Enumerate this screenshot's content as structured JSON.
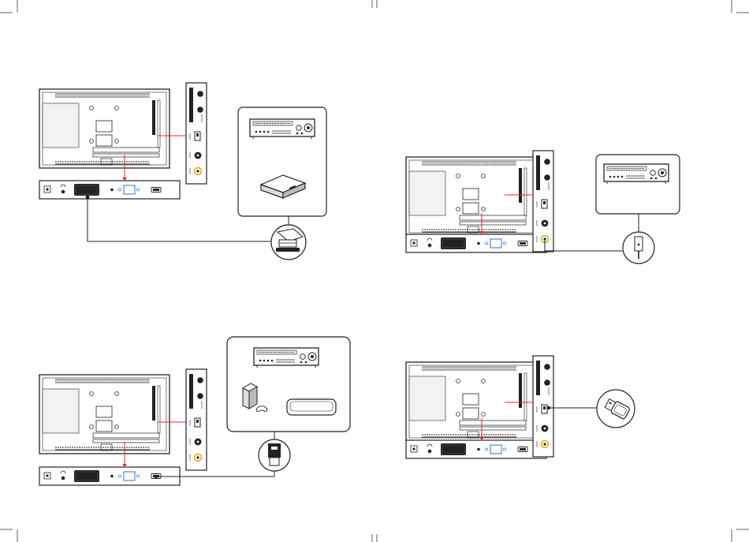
{
  "colors": {
    "line": "#222222",
    "accent": "#e02a2a",
    "vga": "#4a8fd6",
    "coax": "#e0a800",
    "panel": "#f2f2f2"
  },
  "panels": [
    {
      "id": "scart",
      "side_port": "none",
      "devices": [
        "amplifier",
        "set-top-box"
      ],
      "cable": "scart-plug"
    },
    {
      "id": "coax",
      "side_port": "coax",
      "devices": [
        "amplifier"
      ],
      "cable": "rca-plug"
    },
    {
      "id": "hdmi",
      "side_port": "none",
      "devices": [
        "amplifier",
        "game-console",
        "media-player"
      ],
      "cable": "hdmi-plug"
    },
    {
      "id": "usb",
      "side_port": "usb",
      "devices": [],
      "cable": "usb-stick"
    }
  ]
}
